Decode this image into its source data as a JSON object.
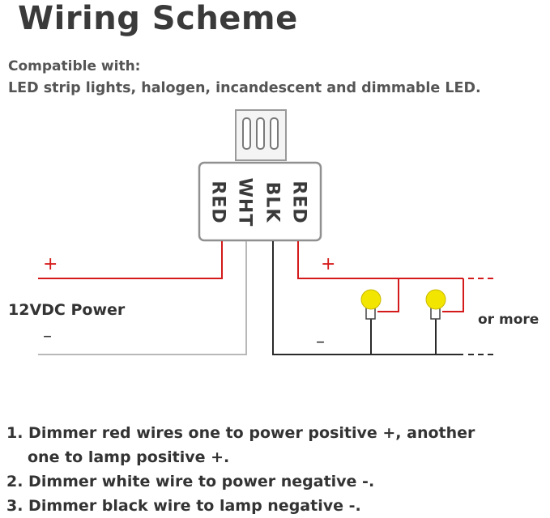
{
  "title": "Wiring Scheme",
  "compatible": {
    "heading": "Compatible with:",
    "list": "LED strip lights, halogen, incandescent and dimmable LED."
  },
  "dimmer": {
    "wire_labels": [
      "RED",
      "WHT",
      "BLK",
      "RED"
    ]
  },
  "signs": {
    "power_positive": "+",
    "power_negative": "–",
    "lamp_positive": "+",
    "lamp_negative": "–"
  },
  "power_label": "12VDC Power",
  "more_label": "or more",
  "instructions": {
    "step1_line1": "1. Dimmer red wires one to power positive +,  another",
    "step1_line2": "one to lamp positive +.",
    "step2": "2. Dimmer white wire to power negative -.",
    "step3": "3. Dimmer black wire to lamp negative -."
  },
  "colors": {
    "red_wire": "#d41a1a",
    "black_wire": "#2a2a2a",
    "white_wire": "#b8b8b8",
    "lamp": "#f2e600",
    "text": "#333333"
  }
}
